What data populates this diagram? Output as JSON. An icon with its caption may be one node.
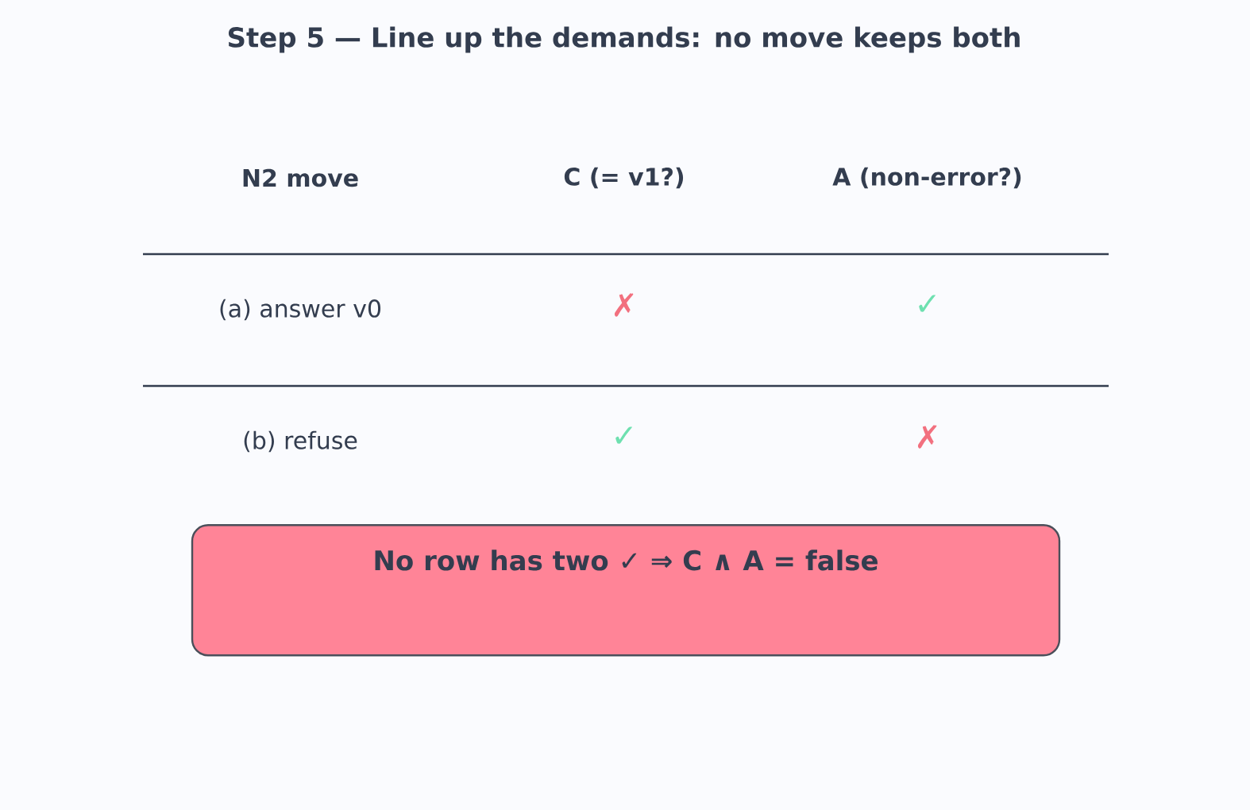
{
  "diagram": {
    "title": "Step 5 — Line up the demands: no move keeps both",
    "nodes": [
      {
        "text": [
          "No row has two ✓  ⇒  C ∧ A = false"
        ]
      }
    ],
    "labels": [
      "N2 move",
      "C  (= v1?)",
      "A  (non-error?)",
      "(a) answer v0",
      "✗",
      "✓",
      "(b) refuse",
      "✓",
      "✗"
    ]
  }
}
